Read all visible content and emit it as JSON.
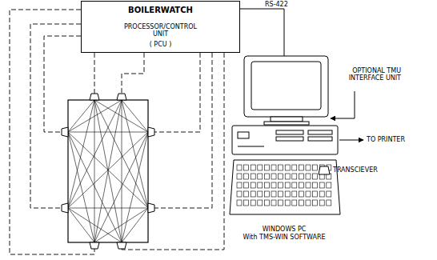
{
  "diagram": {
    "nodes": [
      {
        "text": [
          "BOILERWATCH",
          "PROCESSOR/CONTROL UNIT",
          "( PCU )"
        ]
      },
      {
        "text": [
          "WINDOWS PC",
          "With TMS-WIN SOFTWARE"
        ]
      }
    ],
    "edges": [
      {
        "from": 0,
        "to": 1,
        "arrow": "none",
        "label": "RS-422"
      }
    ],
    "labels": [
      "OPTIONAL TMU INTERFACE UNIT",
      "TO PRINTER"
    ],
    "legend": [
      {
        "text": "TRANSCIEVER"
      }
    ]
  }
}
